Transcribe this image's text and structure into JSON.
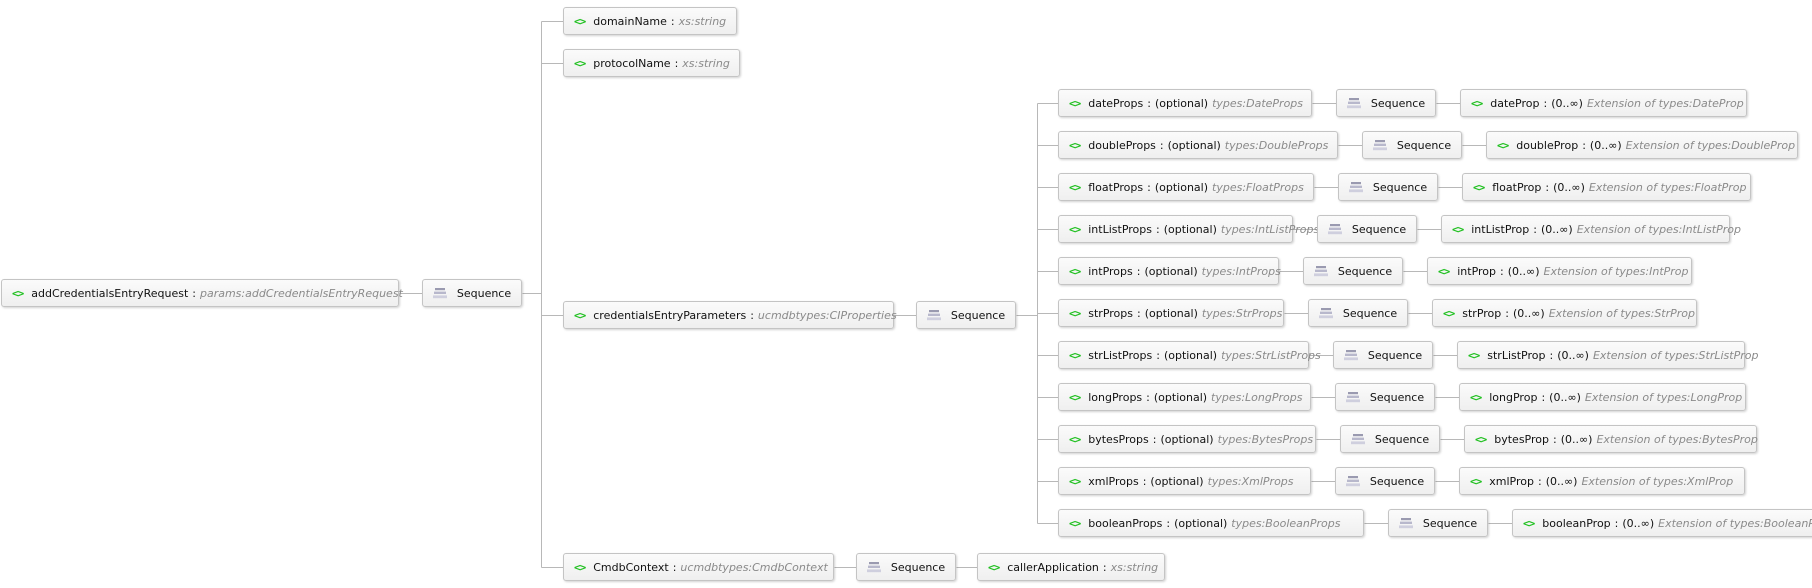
{
  "diagram": {
    "sequence_label": "Sequence",
    "icons": {
      "element": "element-icon",
      "sequence": "sequence-icon"
    },
    "colors": {
      "element_icon": "#20c020",
      "type_text": "#8a8a8a",
      "connector": "#b8b8b8"
    },
    "root": {
      "name": "addCredentialsEntryRequest",
      "type": "params:addCredentialsEntryRequest"
    },
    "children": [
      {
        "id": "domainName",
        "name": "domainName",
        "type": "xs:string"
      },
      {
        "id": "protocolName",
        "name": "protocolName",
        "type": "xs:string"
      },
      {
        "id": "credentialsEntryParameters",
        "name": "credentialsEntryParameters",
        "type": "ucmdbtypes:CIProperties"
      },
      {
        "id": "CmdbContext",
        "name": "CmdbContext",
        "type": "ucmdbtypes:CmdbContext"
      }
    ],
    "props": [
      {
        "name": "dateProps",
        "modifier": "(optional)",
        "type": "types:DateProps",
        "child": {
          "name": "dateProp",
          "cardinality": "(0..∞)",
          "type": "Extension of types:DateProp"
        }
      },
      {
        "name": "doubleProps",
        "modifier": "(optional)",
        "type": "types:DoubleProps",
        "child": {
          "name": "doubleProp",
          "cardinality": "(0..∞)",
          "type": "Extension of types:DoubleProp"
        }
      },
      {
        "name": "floatProps",
        "modifier": "(optional)",
        "type": "types:FloatProps",
        "child": {
          "name": "floatProp",
          "cardinality": "(0..∞)",
          "type": "Extension of types:FloatProp"
        }
      },
      {
        "name": "intListProps",
        "modifier": "(optional)",
        "type": "types:IntListProps",
        "child": {
          "name": "intListProp",
          "cardinality": "(0..∞)",
          "type": "Extension of types:IntListProp"
        }
      },
      {
        "name": "intProps",
        "modifier": "(optional)",
        "type": "types:IntProps",
        "child": {
          "name": "intProp",
          "cardinality": "(0..∞)",
          "type": "Extension of types:IntProp"
        }
      },
      {
        "name": "strProps",
        "modifier": "(optional)",
        "type": "types:StrProps",
        "child": {
          "name": "strProp",
          "cardinality": "(0..∞)",
          "type": "Extension of types:StrProp"
        }
      },
      {
        "name": "strListProps",
        "modifier": "(optional)",
        "type": "types:StrListProps",
        "child": {
          "name": "strListProp",
          "cardinality": "(0..∞)",
          "type": "Extension of types:StrListProp"
        }
      },
      {
        "name": "longProps",
        "modifier": "(optional)",
        "type": "types:LongProps",
        "child": {
          "name": "longProp",
          "cardinality": "(0..∞)",
          "type": "Extension of types:LongProp"
        }
      },
      {
        "name": "bytesProps",
        "modifier": "(optional)",
        "type": "types:BytesProps",
        "child": {
          "name": "bytesProp",
          "cardinality": "(0..∞)",
          "type": "Extension of types:BytesProp"
        }
      },
      {
        "name": "xmlProps",
        "modifier": "(optional)",
        "type": "types:XmlProps",
        "child": {
          "name": "xmlProp",
          "cardinality": "(0..∞)",
          "type": "Extension of types:XmlProp"
        }
      },
      {
        "name": "booleanProps",
        "modifier": "(optional)",
        "type": "types:BooleanProps",
        "child": {
          "name": "booleanProp",
          "cardinality": "(0..∞)",
          "type": "Extension of types:BooleanProp"
        }
      }
    ],
    "context_child": {
      "name": "callerApplication",
      "type": "xs:string"
    }
  }
}
